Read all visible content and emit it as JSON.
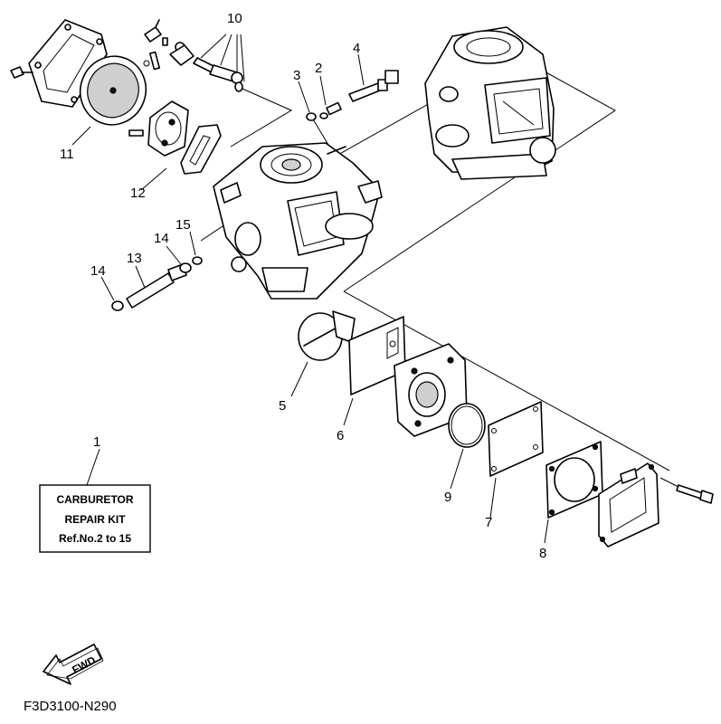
{
  "callouts": {
    "c1": "1",
    "c2": "2",
    "c3": "3",
    "c4": "4",
    "c5": "5",
    "c6": "6",
    "c7": "7",
    "c8": "8",
    "c9": "9",
    "c10": "10",
    "c11": "11",
    "c12": "12",
    "c13": "13",
    "c14a": "14",
    "c14b": "14",
    "c15": "15"
  },
  "repair_kit": {
    "line1": "CARBURETOR",
    "line2": "REPAIR KIT",
    "line3": "Ref.No.2 to 15"
  },
  "fwd_label": "FWD",
  "diagram_code": "F3D3100-N290",
  "icons": {
    "fwd_arrow": "fwd-arrow-icon"
  },
  "colors": {
    "line": "#000000",
    "background": "#ffffff"
  }
}
